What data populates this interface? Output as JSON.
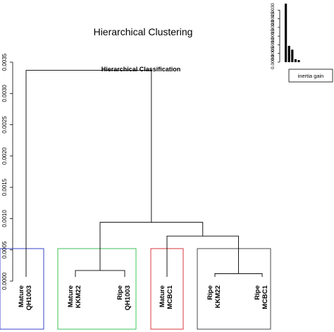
{
  "figure": {
    "title": "Hierarchical Clustering",
    "subtitle": "Hierarchical Classification",
    "legend_label": "inertia gain"
  },
  "colors": {
    "line": "#000000",
    "box_blue": "#3a46c8",
    "box_green": "#3cc25a",
    "box_red": "#d8383c",
    "box_gray": "#4a4a4a"
  },
  "chart_data": [
    {
      "type": "dendrogram",
      "title": "Hierarchical Classification",
      "ylabel": "",
      "ylim": [
        0,
        0.0035
      ],
      "yticks": [
        "0.0000",
        "0.0005",
        "0.0010",
        "0.0015",
        "0.0020",
        "0.0025",
        "0.0030",
        "0.0035"
      ],
      "leaves": [
        {
          "line1": "Mature",
          "line2": "QH1003",
          "cluster": "blue"
        },
        {
          "line1": "Mature",
          "line2": "KKM22",
          "cluster": "green"
        },
        {
          "line1": "Ripe",
          "line2": "QH1003",
          "cluster": "green"
        },
        {
          "line1": "Mature",
          "line2": "MCBC1",
          "cluster": "red"
        },
        {
          "line1": "Ripe",
          "line2": "KKM22",
          "cluster": "gray"
        },
        {
          "line1": "Ripe",
          "line2": "MCBC1",
          "cluster": "gray"
        }
      ],
      "merges": [
        {
          "left": "L1",
          "right": "L2",
          "height": 0.00017
        },
        {
          "left": "L4",
          "right": "L5",
          "height": 0.00012
        },
        {
          "left": "L3",
          "right": "N2",
          "height": 0.00072
        },
        {
          "left": "N1",
          "right": "N3",
          "height": 0.00094
        },
        {
          "left": "L0",
          "right": "N4",
          "height": 0.00337
        }
      ],
      "cut_height": 0.00052,
      "clusters": [
        "blue",
        "green",
        "red",
        "gray"
      ]
    },
    {
      "type": "bar",
      "title": "",
      "legend": "inertia gain",
      "ylim": [
        0,
        0.0035
      ],
      "yticks": [
        "0.0000",
        "0.0005",
        "0.0010",
        "0.0015",
        "0.0020",
        "0.0025",
        "0.0030"
      ],
      "values": [
        0.00337,
        0.00094,
        0.00072,
        0.00017,
        0.00012
      ]
    }
  ]
}
